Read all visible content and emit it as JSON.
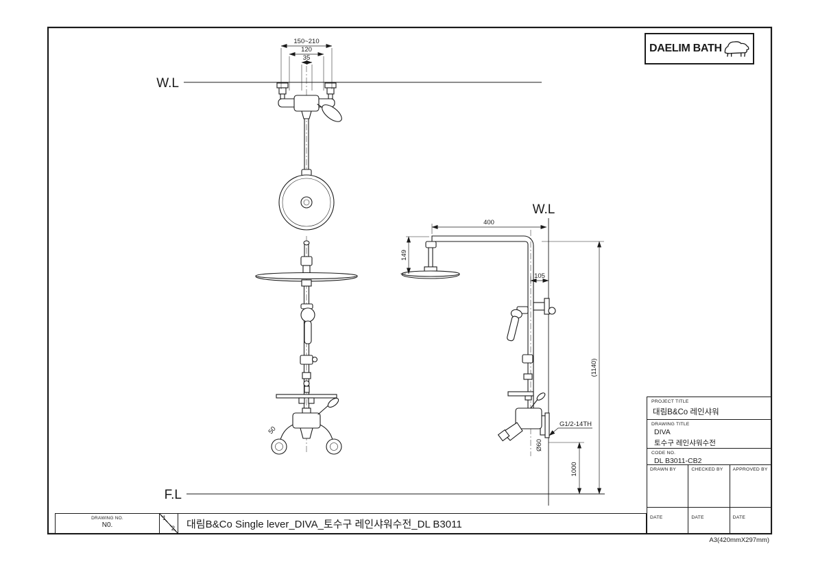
{
  "page": {
    "sheet_note": "A3(420mmX297mm)"
  },
  "logo": {
    "brand": "DAELIM BATH"
  },
  "drawing": {
    "wall_line_label": "W.L",
    "floor_line_label": "F.L",
    "dims": {
      "plan_width_range": "150~210",
      "plan_width_center": "120",
      "plan_width_small": "35",
      "arm_length": "400",
      "head_drop": "149",
      "riser_wall_offset": "105",
      "total_height": "(1140)",
      "spout_height": "1000",
      "thread_spec": "G1/2-14TH",
      "flange_dia": "Ø60",
      "leg_offset": "50"
    }
  },
  "bottom_title_block": {
    "drawing_no_label": "DRAWING NO.",
    "drawing_no_value": "N0.",
    "sheet_current": "1",
    "sheet_total": "2",
    "title": "대림B&Co Single lever_DIVA_토수구 레인샤워수전_DL B3011"
  },
  "right_title_block": {
    "project_title_label": "PROJECT TITLE",
    "project_title": "대림B&Co 레인샤워",
    "drawing_title_label": "DRAWING TITLE",
    "drawing_title_line1": "DIVA",
    "drawing_title_line2": "토수구 레인샤워수전",
    "code_no_label": "CODE NO.",
    "code_no": "DL B3011-CB2",
    "drawn_by_label": "DRAWN BY",
    "checked_by_label": "CHECKED BY",
    "approved_by_label": "APPROVED BY",
    "date_label": "DATE"
  }
}
